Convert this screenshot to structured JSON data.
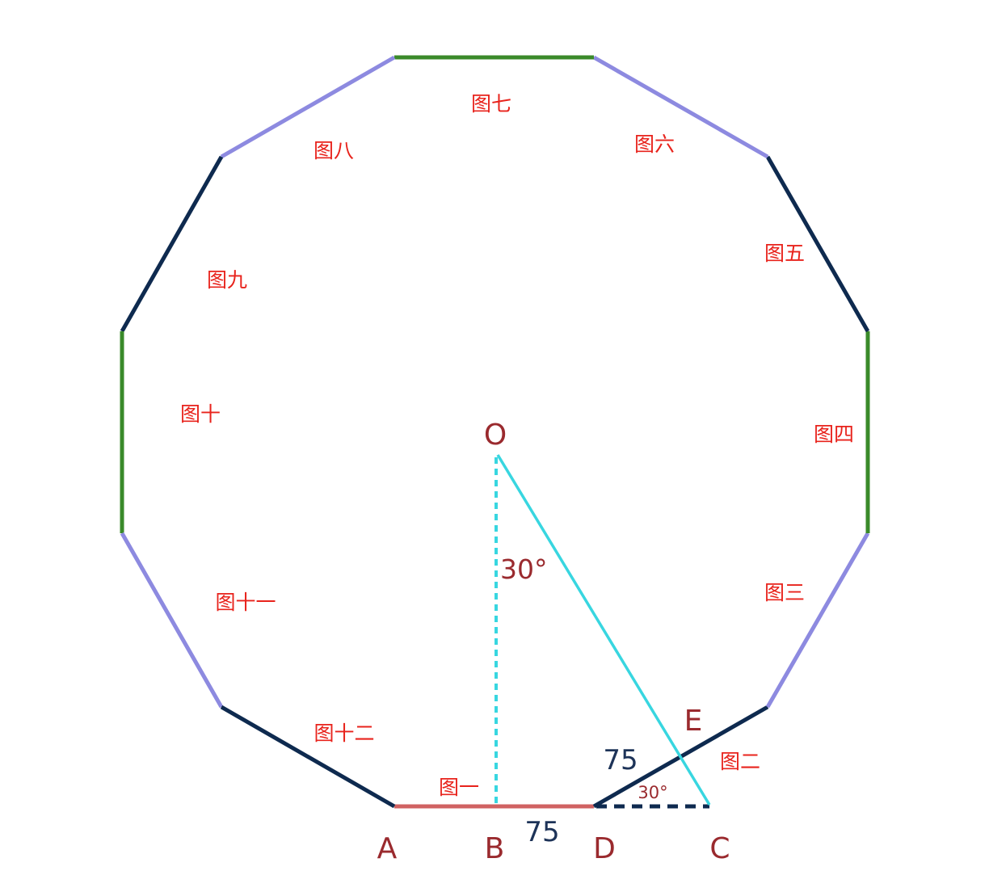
{
  "side_labels": [
    "图一",
    "图二",
    "图三",
    "图四",
    "图五",
    "图六",
    "图七",
    "图八",
    "图九",
    "图十",
    "图十一",
    "图十二"
  ],
  "points": {
    "O": "O",
    "A": "A",
    "B": "B",
    "C": "C",
    "D": "D",
    "E": "E"
  },
  "measures": {
    "bd": "75",
    "de": "75"
  },
  "angles": {
    "at_o": "30°",
    "at_d": "30°"
  },
  "colors": {
    "lavender": "#8d8ae0",
    "navy": "#0e2a4f",
    "green": "#3a8a2a",
    "salmon": "#d06262",
    "cyan": "#38d6e0",
    "label_red": "#e8231c",
    "point_maroon": "#9a2a2e"
  }
}
